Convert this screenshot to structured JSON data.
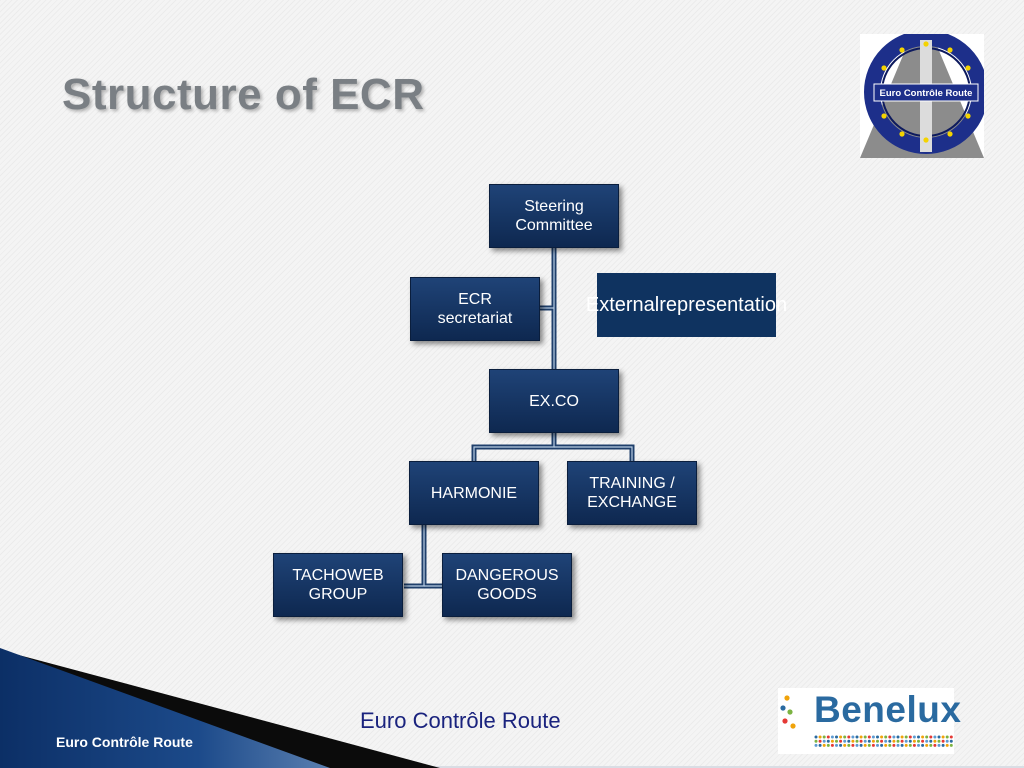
{
  "slide": {
    "title": "Structure of ECR",
    "footer_center": "Euro Contrôle Route",
    "footer_left": "Euro Contrôle Route"
  },
  "logos": {
    "ecr_badge_text": "Euro Contrôle Route",
    "benelux_text": "Benelux"
  },
  "org_chart": {
    "nodes": {
      "steering": [
        "Steering",
        "Committee"
      ],
      "secretariat": [
        "ECR",
        "secretariat"
      ],
      "exco": [
        "EX.CO"
      ],
      "harmonie": [
        "HARMONIE"
      ],
      "training": [
        "TRAINING /",
        "EXCHANGE"
      ],
      "tachoweb": [
        "TACHOWEB",
        "GROUP"
      ],
      "dangerous": [
        "DANGEROUS",
        "GOODS"
      ]
    },
    "external": [
      "External",
      "representation"
    ]
  },
  "colors": {
    "box_fill": "#16365f",
    "connector": "#1f3f6b",
    "title": "#7a7f84",
    "footer_text": "#1a237e"
  }
}
